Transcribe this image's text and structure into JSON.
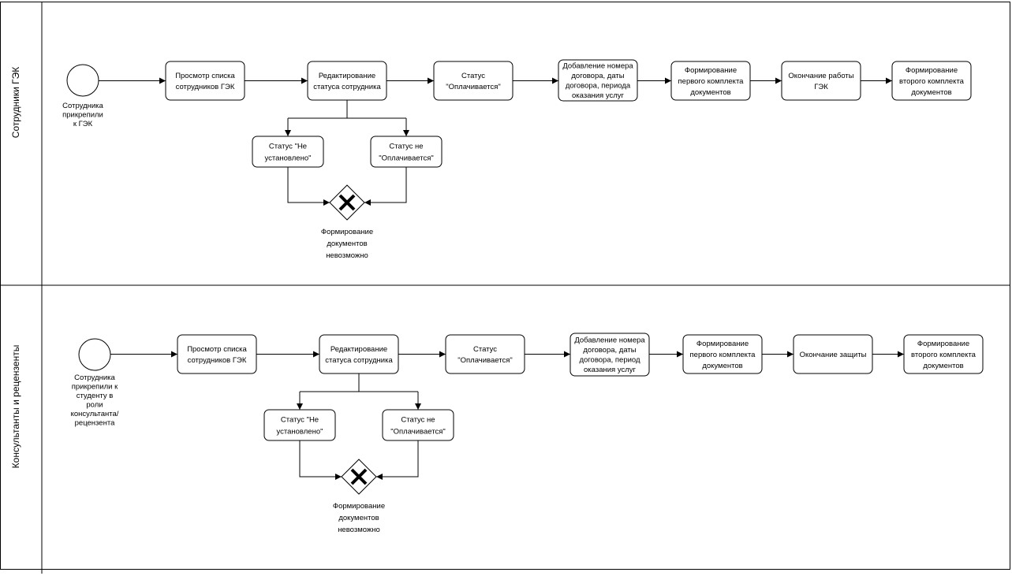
{
  "lanes": [
    {
      "title": "Сотрудники ГЭК",
      "start_label": [
        "Сотрудника",
        "прикрепили",
        "к ГЭК"
      ],
      "tasks": [
        [
          "Просмотр списка",
          "сотрудников ГЭК"
        ],
        [
          "Редактирование",
          "статуса сотрудника"
        ],
        [
          "Статус",
          "\"Оплачивается\""
        ],
        [
          "Добавление номера",
          "договора, даты",
          "договора, периода",
          "оказания услуг"
        ],
        [
          "Формирование",
          "первого комплекта",
          "документов"
        ],
        [
          "Окончание работы",
          "ГЭК"
        ],
        [
          "Формирование",
          "второго комплекта",
          "документов"
        ]
      ],
      "branches": [
        [
          "Статус \"Не",
          "установлено\""
        ],
        [
          "Статус не",
          "\"Оплачивается\""
        ]
      ],
      "gateway_label": [
        "Формирование",
        "документов",
        "невозможно"
      ]
    },
    {
      "title": "Консультанты и рецензенты",
      "start_label": [
        "Сотрудника",
        "прикрепили к",
        "студенту в",
        "роли",
        "консультанта/",
        "рецензента"
      ],
      "tasks": [
        [
          "Просмотр списка",
          "сотрудников ГЭК"
        ],
        [
          "Редактирование",
          "статуса сотрудника"
        ],
        [
          "Статус",
          "\"Оплачивается\""
        ],
        [
          "Добавление номера",
          "договора, даты",
          "договора, период",
          "оказания услуг"
        ],
        [
          "Формирование",
          "первого комплекта",
          "документов"
        ],
        [
          "Окончание защиты"
        ],
        [
          "Формирование",
          "второго комплекта",
          "документов"
        ]
      ],
      "branches": [
        [
          "Статус \"Не",
          "установлено\""
        ],
        [
          "Статус не",
          "\"Оплачивается\""
        ]
      ],
      "gateway_label": [
        "Формирование",
        "документов",
        "невозможно"
      ]
    }
  ]
}
